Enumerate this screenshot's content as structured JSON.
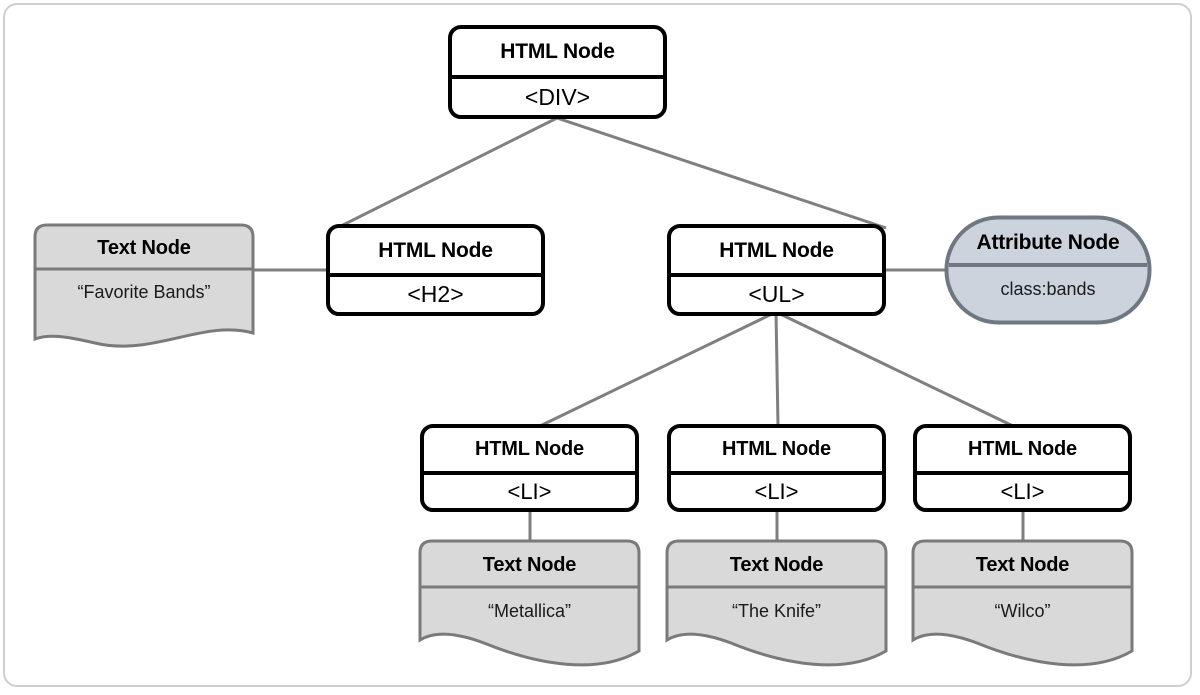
{
  "diagram": {
    "title": "DOM tree diagram",
    "colors": {
      "frame_border": "#cfcfcf",
      "html_node_border": "#000000",
      "html_node_fill": "#ffffff",
      "text_node_fill": "#d9d9d9",
      "text_node_border": "#7a7a7a",
      "attribute_node_fill": "#ccd3dd",
      "attribute_node_border": "#6f7782",
      "edge": "#7f7f7f"
    },
    "node_labels": {
      "html_node": "HTML Node",
      "text_node": "Text Node",
      "attribute_node": "Attribute Node"
    },
    "nodes": {
      "div": {
        "kind": "html-node",
        "title": "HTML Node",
        "value": "<DIV>"
      },
      "h2": {
        "kind": "html-node",
        "title": "HTML Node",
        "value": "<H2>"
      },
      "ul": {
        "kind": "html-node",
        "title": "HTML Node",
        "value": "<UL>"
      },
      "li1": {
        "kind": "html-node",
        "title": "HTML Node",
        "value": "<LI>"
      },
      "li2": {
        "kind": "html-node",
        "title": "HTML Node",
        "value": "<LI>"
      },
      "li3": {
        "kind": "html-node",
        "title": "HTML Node",
        "value": "<LI>"
      },
      "text_h2": {
        "kind": "text-node",
        "title": "Text Node",
        "value": "“Favorite Bands”"
      },
      "attr_ul": {
        "kind": "attribute-node",
        "title": "Attribute Node",
        "value": "class:bands"
      },
      "text_li1": {
        "kind": "text-node",
        "title": "Text Node",
        "value": "“Metallica”"
      },
      "text_li2": {
        "kind": "text-node",
        "title": "Text Node",
        "value": "“The Knife”"
      },
      "text_li3": {
        "kind": "text-node",
        "title": "Text Node",
        "value": "“Wilco”"
      }
    },
    "edges": [
      {
        "from": "div",
        "to": "h2"
      },
      {
        "from": "div",
        "to": "ul"
      },
      {
        "from": "text_h2",
        "to": "h2"
      },
      {
        "from": "ul",
        "to": "attr_ul"
      },
      {
        "from": "ul",
        "to": "li1"
      },
      {
        "from": "ul",
        "to": "li2"
      },
      {
        "from": "ul",
        "to": "li3"
      },
      {
        "from": "li1",
        "to": "text_li1"
      },
      {
        "from": "li2",
        "to": "text_li2"
      },
      {
        "from": "li3",
        "to": "text_li3"
      }
    ]
  }
}
